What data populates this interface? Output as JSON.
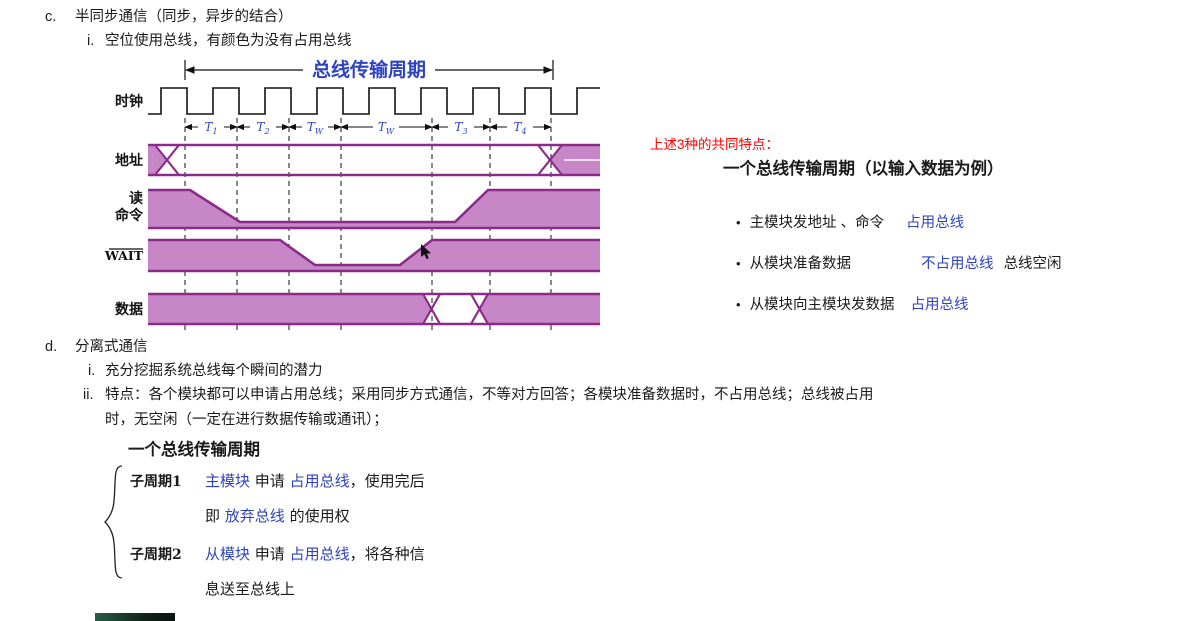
{
  "outline": {
    "c_marker": "c.",
    "c_text": "半同步通信（同步，异步的结合）",
    "c_i_marker": "i.",
    "c_i_text": "空位使用总线，有颜色为没有占用总线",
    "d_marker": "d.",
    "d_text": "分离式通信",
    "d_i_marker": "i.",
    "d_i_text": "充分挖掘系统总线每个瞬间的潜力",
    "d_ii_marker": "ii.",
    "d_ii_line1": "特点：各个模块都可以申请占用总线；采用同步方式通信，不等对方回答；各模块准备数据时，不占用总线；总线被占用",
    "d_ii_line2": "时，无空闲（一定在进行数据传输或通讯）；"
  },
  "diagram": {
    "title": "总线传输周期",
    "signal_labels": {
      "clock": "时钟",
      "address": "地址",
      "read_line1": "读",
      "read_line2": "命令",
      "wait": "WAIT",
      "data": "数据"
    },
    "t_labels": [
      {
        "base": "T",
        "sub": "1"
      },
      {
        "base": "T",
        "sub": "2"
      },
      {
        "base": "T",
        "sub": "W"
      },
      {
        "base": "T",
        "sub": "W"
      },
      {
        "base": "T",
        "sub": "3"
      },
      {
        "base": "T",
        "sub": "4"
      }
    ],
    "colors": {
      "waveform_stroke": "#8a2b8a",
      "waveform_fill": "#c787c7",
      "title_blue": "#2e43c2"
    }
  },
  "right_panel": {
    "red_note": "上述3种的共同特点：",
    "heading": "一个总线传输周期（以输入数据为例）",
    "bullets": [
      {
        "dot": "•",
        "black": "主模块发地址 、命令",
        "blue": "占用总线"
      },
      {
        "dot": "•",
        "black": "从模块准备数据",
        "blue": "不占用总线",
        "tail": "总线空闲"
      },
      {
        "dot": "•",
        "black": "从模块向主模块发数据",
        "blue": "占用总线"
      }
    ]
  },
  "cycle": {
    "heading": "一个总线传输周期",
    "sub1": {
      "label": "子周期1",
      "l1_blue1": "主模块",
      "l1_black1": " 申请 ",
      "l1_blue2": "占用总线",
      "l1_black2": "，使用完后",
      "l2_black1": "即 ",
      "l2_blue1": "放弃总线",
      "l2_black2": " 的使用权"
    },
    "sub2": {
      "label": "子周期2",
      "l1_blue1": "从模块",
      "l1_black1": " 申请 ",
      "l1_blue2": "占用总线",
      "l1_black2": "，将各种信",
      "l2_black1": "息送至总线上"
    }
  }
}
